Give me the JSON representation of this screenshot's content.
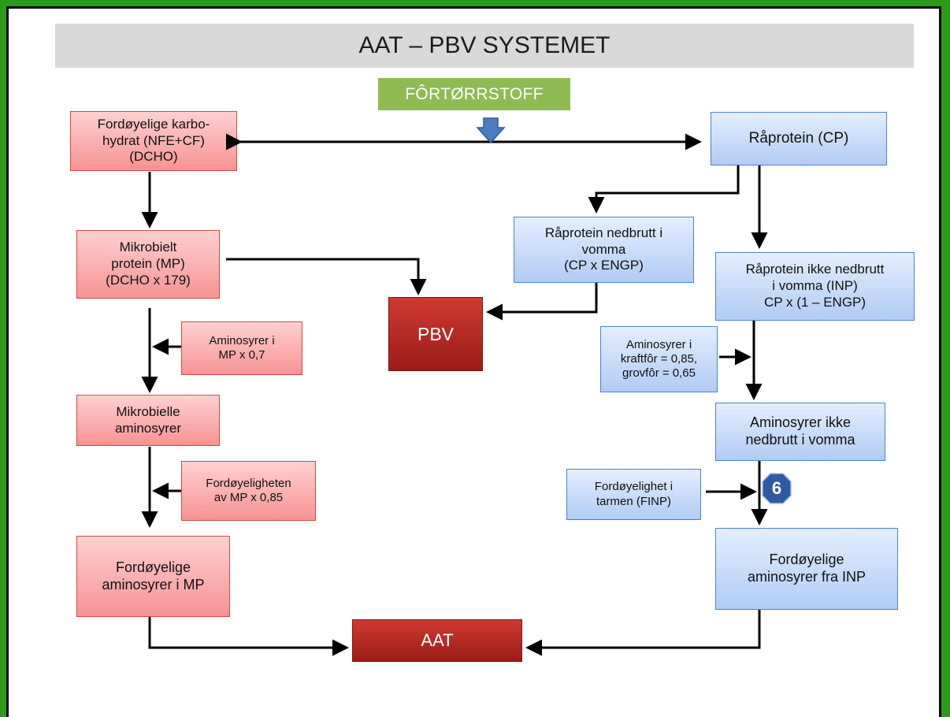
{
  "title": "AAT – PBV SYSTEMET",
  "feed_dry_matter": "FÔRTØRRSTOFF",
  "left": {
    "digestible_carbs": "Fordøyelige karbo-\nhydrat (NFE+CF)\n(DCHO)",
    "microbial_protein": "Mikrobielt\nprotein (MP)\n(DCHO x 179)",
    "amino_acids_in_mp": "Aminosyrer i\nMP x 0,7",
    "microbial_amino_acids": "Mikrobielle\naminosyrer",
    "digestibility_mp": "Fordøyeligheten\nav MP x 0,85",
    "digestible_amino_acids_mp": "Fordøyelige\naminosyrer i MP"
  },
  "right": {
    "crude_protein": "Råprotein (CP)",
    "cp_degraded": "Råprotein nedbrutt  i\nvomma\n(CP x ENGP)",
    "cp_not_degraded": "Råprotein ikke nedbrutt\ni vomma (INP)\nCP x (1 – ENGP)",
    "amino_acids_feed": "Aminosyrer i\nkraftfôr = 0,85,\ngrovfôr = 0,65",
    "amino_acids_not_degraded": "Aminosyrer ikke\nnedbrutt  i vomma",
    "intestinal_digestibility": "Fordøyelighet  i\ntarmen (FINP)",
    "digestible_amino_acids_inp": "Fordøyelige\naminosyrer fra INP"
  },
  "outputs": {
    "pbv": "PBV",
    "aat": "AAT"
  },
  "badge_number": "6",
  "colors": {
    "frame": "#2e9a1a",
    "title_bar": "#d9d9d9",
    "feed_box": "#8fbb53",
    "pink_fill": "#f79393",
    "blue_fill": "#b0ccf3",
    "output_fill": "#b02a24",
    "down_arrow": "#4a7cc0",
    "badge": "#2f5aa3"
  }
}
